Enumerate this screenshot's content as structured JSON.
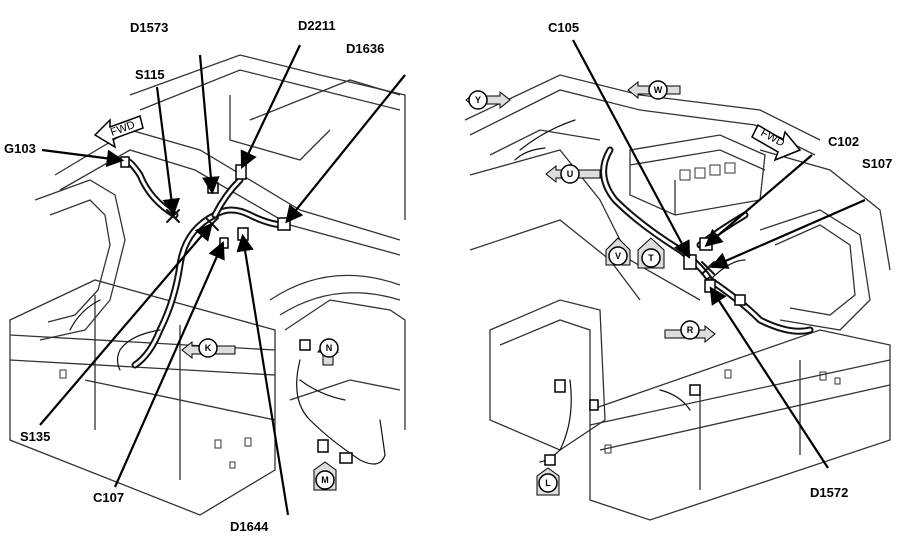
{
  "callouts": {
    "left": {
      "d1573": "D1573",
      "d2211": "D2211",
      "d1636": "D1636",
      "s115": "S115",
      "g103": "G103",
      "s135": "S135",
      "c107": "C107",
      "d1644": "D1644"
    },
    "right": {
      "c105": "C105",
      "c102": "C102",
      "s107": "S107",
      "d1572": "D1572"
    }
  },
  "view_arrows": {
    "left": {
      "k": "K",
      "n": "N",
      "m": "M"
    },
    "right": {
      "y": "Y",
      "w": "W",
      "u": "U",
      "v": "V",
      "t": "T",
      "r": "R",
      "l": "L"
    }
  },
  "fwd_label": "FWD"
}
